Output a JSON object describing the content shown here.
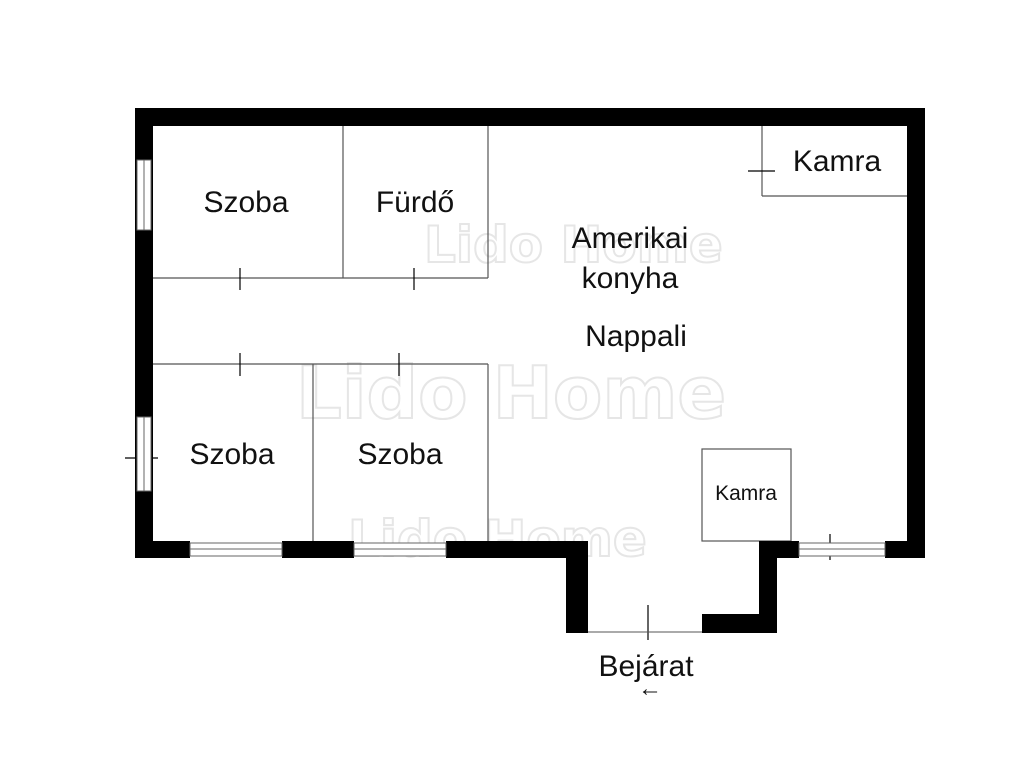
{
  "floor_plan": {
    "rooms": {
      "bedroom_top": "Szoba",
      "bathroom": "Fürdő",
      "kitchen_line1": "Amerikai",
      "kitchen_line2": "konyha",
      "living": "Nappali",
      "pantry_top": "Kamra",
      "pantry_bottom": "Kamra",
      "bedroom_bottom_left": "Szoba",
      "bedroom_bottom_mid": "Szoba"
    },
    "entrance": {
      "label": "Bejárat",
      "arrow": "←"
    }
  },
  "watermark": {
    "text": "Lido Home"
  },
  "colors": {
    "wall": "#000000",
    "partition": "#555555",
    "window": "#666666",
    "watermark": "#e6e6e6",
    "text": "#111111"
  }
}
